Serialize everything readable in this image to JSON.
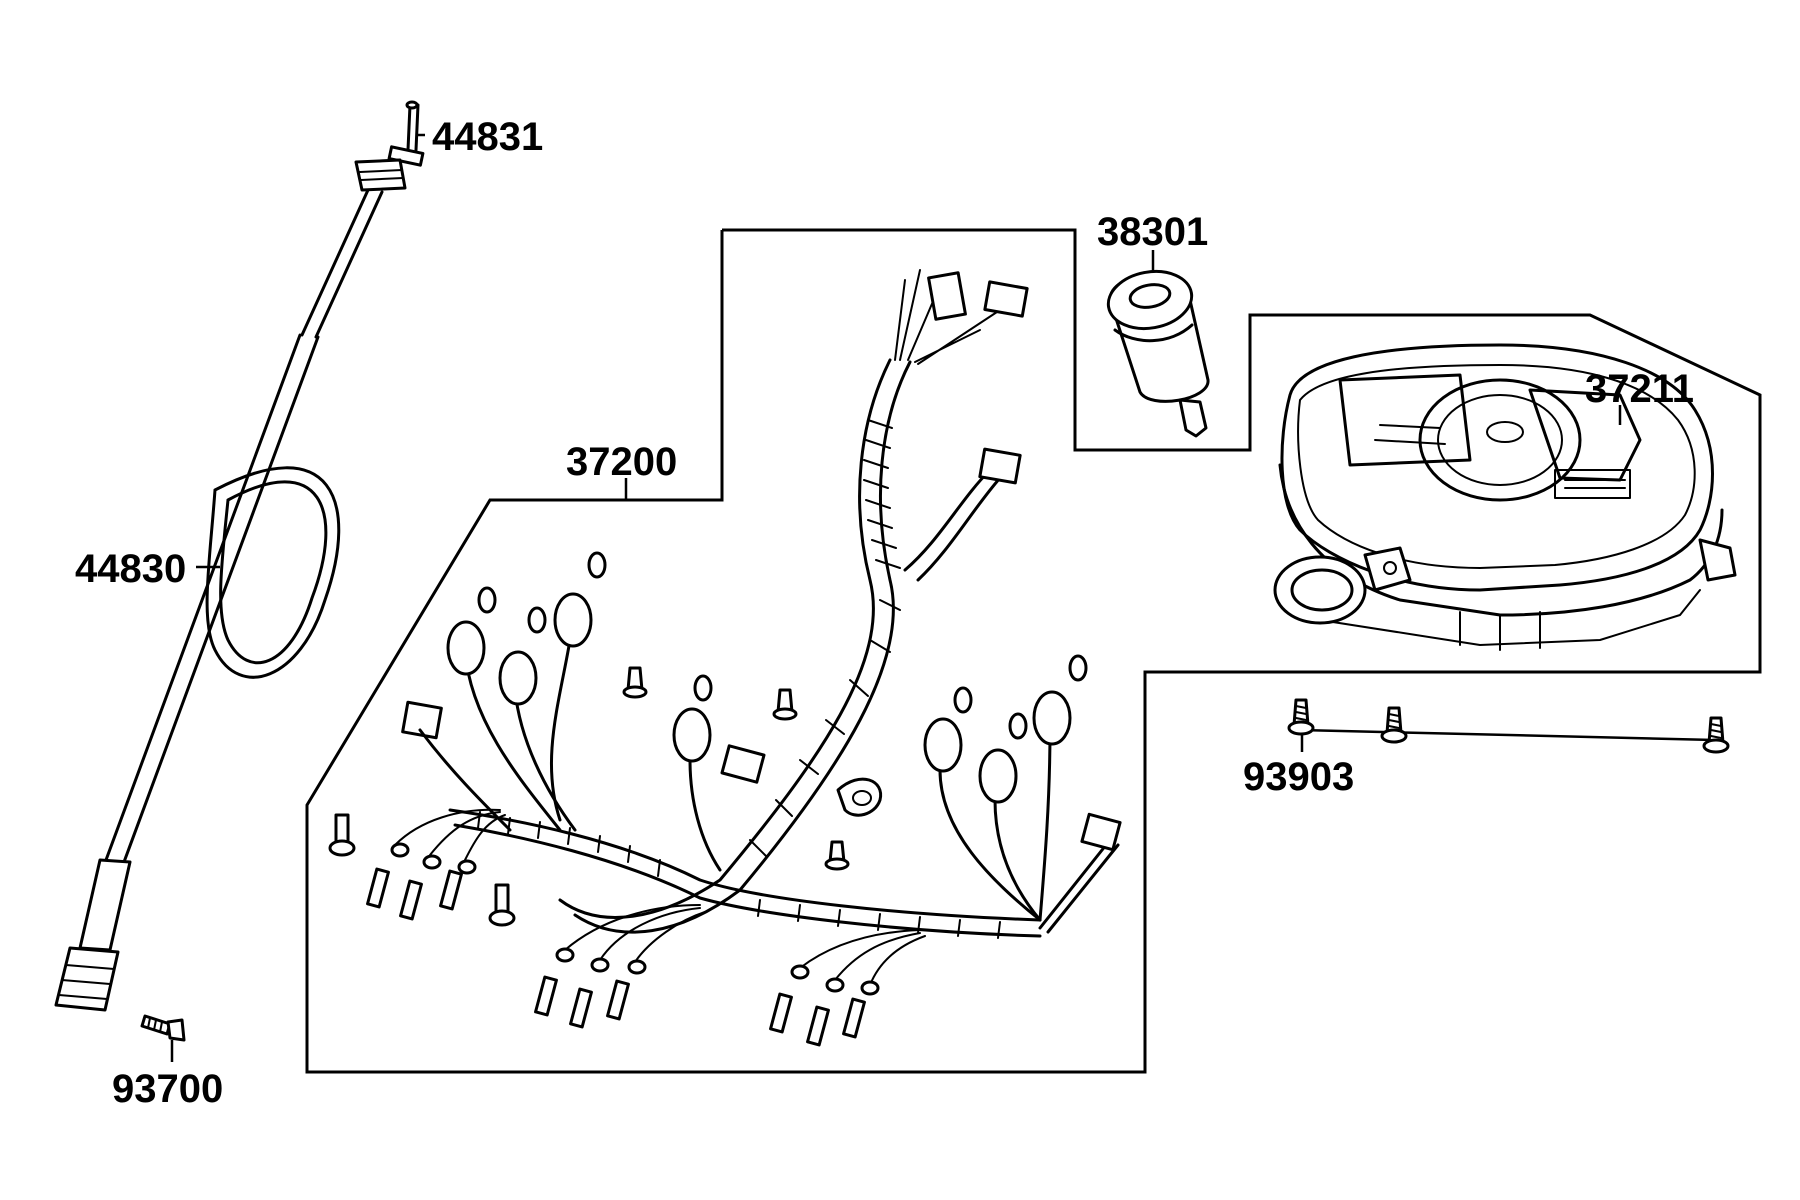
{
  "parts": {
    "p44831": "44831",
    "p44830": "44830",
    "p93700": "93700",
    "p37200": "37200",
    "p38301": "38301",
    "p37211": "37211",
    "p93903": "93903"
  }
}
